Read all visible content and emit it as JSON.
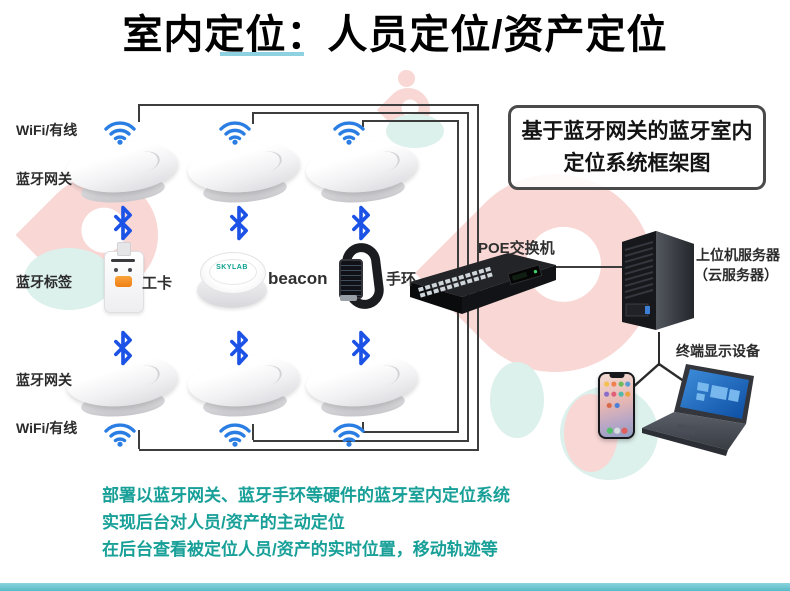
{
  "title": {
    "text": "室内定位：人员定位/资产定位"
  },
  "frame_box": {
    "line1": "基于蓝牙网关的蓝牙室内",
    "line2": "定位系统框架图"
  },
  "left_labels": {
    "wifi_top": "WiFi/有线",
    "gateway_top": "蓝牙网关",
    "tag": "蓝牙标签",
    "gateway_bottom": "蓝牙网关",
    "wifi_bottom": "WiFi/有线"
  },
  "devices": {
    "work_card_label": "工卡",
    "beacon_label": "beacon",
    "beacon_brand": "SKYLAB",
    "wristband_label": "手环"
  },
  "network": {
    "poe_label": "POE交换机",
    "server_label_1": "上位机服务器",
    "server_label_2": "（云服务器）",
    "terminal_label": "终端显示设备"
  },
  "description": {
    "line1": "部署以蓝牙网关、蓝牙手环等硬件的蓝牙室内定位系统",
    "line2": "实现后台对人员/资产的主动定位",
    "line3": "在后台查看被定位人员/资产的实时位置，移动轨迹等"
  },
  "colors": {
    "accent_teal_text": "#18a098",
    "bottom_bar": "#57bac7",
    "wifi_blue": "#2a7de2",
    "bluetooth_blue": "#1c52e6",
    "pin_pink": "#f8d7d5",
    "blob_teal": "#dcf0ec",
    "title_underline": "#8ed2e2"
  }
}
